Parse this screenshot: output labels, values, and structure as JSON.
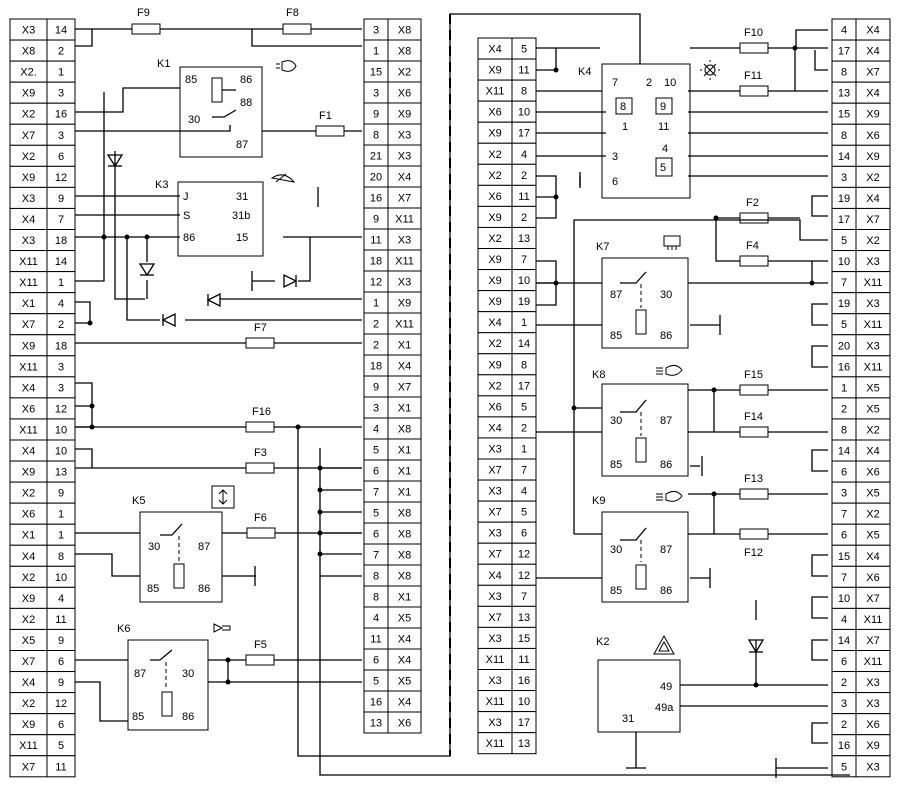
{
  "connector_tables": [
    {
      "rows": [
        [
          "X3",
          "14"
        ],
        [
          "X8",
          "2"
        ],
        [
          "X2.",
          "1"
        ],
        [
          "X9",
          "3"
        ],
        [
          "X2",
          "16"
        ],
        [
          "X7",
          "3"
        ],
        [
          "X2",
          "6"
        ],
        [
          "X9",
          "12"
        ],
        [
          "X3",
          "9"
        ],
        [
          "X4",
          "7"
        ],
        [
          "X3",
          "18"
        ],
        [
          "X11",
          "14"
        ],
        [
          "X11",
          "1"
        ],
        [
          "X1",
          "4"
        ],
        [
          "X7",
          "2"
        ],
        [
          "X9",
          "18"
        ],
        [
          "X11",
          "3"
        ],
        [
          "X4",
          "3"
        ],
        [
          "X6",
          "12"
        ],
        [
          "X11",
          "10"
        ],
        [
          "X4",
          "10"
        ],
        [
          "X9",
          "13"
        ],
        [
          "X2",
          "9"
        ],
        [
          "X6",
          "1"
        ],
        [
          "X1",
          "1"
        ],
        [
          "X4",
          "8"
        ],
        [
          "X2",
          "10"
        ],
        [
          "X9",
          "4"
        ],
        [
          "X2",
          "11"
        ],
        [
          "X5",
          "9"
        ],
        [
          "X7",
          "6"
        ],
        [
          "X4",
          "9"
        ],
        [
          "X2",
          "12"
        ],
        [
          "X9",
          "6"
        ],
        [
          "X11",
          "5"
        ],
        [
          "X7",
          "11"
        ]
      ]
    },
    {
      "rows": [
        [
          "3",
          "X8"
        ],
        [
          "1",
          "X8"
        ],
        [
          "15",
          "X2"
        ],
        [
          "3",
          "X6"
        ],
        [
          "9",
          "X9"
        ],
        [
          "8",
          "X3"
        ],
        [
          "21",
          "X3"
        ],
        [
          "20",
          "X4"
        ],
        [
          "16",
          "X7"
        ],
        [
          "9",
          "X11"
        ],
        [
          "11",
          "X3"
        ],
        [
          "18",
          "X11"
        ],
        [
          "12",
          "X3"
        ],
        [
          "1",
          "X9"
        ],
        [
          "2",
          "X11"
        ],
        [
          "2",
          "X1"
        ],
        [
          "18",
          "X4"
        ],
        [
          "9",
          "X7"
        ],
        [
          "3",
          "X1"
        ],
        [
          "4",
          "X8"
        ],
        [
          "5",
          "X1"
        ],
        [
          "6",
          "X1"
        ],
        [
          "7",
          "X1"
        ],
        [
          "5",
          "X8"
        ],
        [
          "6",
          "X8"
        ],
        [
          "7",
          "X8"
        ],
        [
          "8",
          "X8"
        ],
        [
          "8",
          "X1"
        ],
        [
          "4",
          "X5"
        ],
        [
          "11",
          "X4"
        ],
        [
          "6",
          "X4"
        ],
        [
          "5",
          "X5"
        ],
        [
          "16",
          "X4"
        ],
        [
          "13",
          "X6"
        ]
      ]
    },
    {
      "rows": [
        [
          "X4",
          "5"
        ],
        [
          "X9",
          "11"
        ],
        [
          "X11",
          "8"
        ],
        [
          "X6",
          "10"
        ],
        [
          "X9",
          "17"
        ],
        [
          "X2",
          "4"
        ],
        [
          "X2",
          "2"
        ],
        [
          "X6",
          "11"
        ],
        [
          "X9",
          "2"
        ],
        [
          "X2",
          "13"
        ],
        [
          "X9",
          "7"
        ],
        [
          "X9",
          "10"
        ],
        [
          "X9",
          "19"
        ],
        [
          "X4",
          "1"
        ],
        [
          "X2",
          "14"
        ],
        [
          "X9",
          "8"
        ],
        [
          "X2",
          "17"
        ],
        [
          "X6",
          "5"
        ],
        [
          "X4",
          "2"
        ],
        [
          "X3",
          "1"
        ],
        [
          "X7",
          "7"
        ],
        [
          "X3",
          "4"
        ],
        [
          "X7",
          "5"
        ],
        [
          "X3",
          "6"
        ],
        [
          "X7",
          "12"
        ],
        [
          "X4",
          "12"
        ],
        [
          "X3",
          "7"
        ],
        [
          "X7",
          "13"
        ],
        [
          "X3",
          "15"
        ],
        [
          "X11",
          "11"
        ],
        [
          "X3",
          "16"
        ],
        [
          "X11",
          "10"
        ],
        [
          "X3",
          "17"
        ],
        [
          "X11",
          "13"
        ]
      ]
    },
    {
      "rows": [
        [
          "4",
          "X4"
        ],
        [
          "17",
          "X4"
        ],
        [
          "8",
          "X7"
        ],
        [
          "13",
          "X4"
        ],
        [
          "15",
          "X9"
        ],
        [
          "8",
          "X6"
        ],
        [
          "14",
          "X9"
        ],
        [
          "3",
          "X2"
        ],
        [
          "19",
          "X4"
        ],
        [
          "17",
          "X7"
        ],
        [
          "5",
          "X2"
        ],
        [
          "10",
          "X3"
        ],
        [
          "7",
          "X11"
        ],
        [
          "19",
          "X3"
        ],
        [
          "5",
          "X11"
        ],
        [
          "20",
          "X3"
        ],
        [
          "16",
          "X11"
        ],
        [
          "1",
          "X5"
        ],
        [
          "2",
          "X5"
        ],
        [
          "8",
          "X2"
        ],
        [
          "14",
          "X4"
        ],
        [
          "6",
          "X6"
        ],
        [
          "3",
          "X5"
        ],
        [
          "7",
          "X2"
        ],
        [
          "6",
          "X5"
        ],
        [
          "15",
          "X4"
        ],
        [
          "7",
          "X6"
        ],
        [
          "10",
          "X7"
        ],
        [
          "4",
          "X11"
        ],
        [
          "14",
          "X7"
        ],
        [
          "6",
          "X11"
        ],
        [
          "2",
          "X3"
        ],
        [
          "3",
          "X3"
        ],
        [
          "2",
          "X6"
        ],
        [
          "16",
          "X9"
        ],
        [
          "5",
          "X3"
        ]
      ]
    }
  ],
  "fuses": [
    "F9",
    "F8",
    "F1",
    "F7",
    "F16",
    "F3",
    "F6",
    "F5",
    "F10",
    "F11",
    "F2",
    "F4",
    "F15",
    "F14",
    "F13",
    "F12"
  ],
  "relays": {
    "K1": {
      "name": "K1",
      "pins": [
        "85",
        "86",
        "88",
        "30",
        "87"
      ]
    },
    "K3": {
      "name": "K3",
      "pins": [
        "J",
        "S",
        "86",
        "31",
        "31b",
        "15"
      ]
    },
    "K4": {
      "name": "K4",
      "pins": [
        "7",
        "2",
        "10",
        "8",
        "1",
        "3",
        "6",
        "9",
        "11",
        "4",
        "5"
      ]
    },
    "K5": {
      "name": "K5",
      "pins": [
        "30",
        "87",
        "85",
        "86"
      ]
    },
    "K6": {
      "name": "K6",
      "pins": [
        "87",
        "30",
        "85",
        "86"
      ]
    },
    "K7": {
      "name": "K7",
      "pins": [
        "87",
        "30",
        "85",
        "86"
      ]
    },
    "K8": {
      "name": "K8",
      "pins": [
        "30",
        "87",
        "85",
        "86"
      ]
    },
    "K9": {
      "name": "K9",
      "pins": [
        "30",
        "87",
        "85",
        "86"
      ]
    },
    "K2": {
      "name": "K2",
      "pins": [
        "49",
        "49a",
        "31"
      ]
    }
  },
  "icons": [
    "headlight-icon",
    "wiper-icon",
    "rear-defrost-icon",
    "low-beam-icon",
    "high-beam-icon",
    "window-lift-icon",
    "horn-icon",
    "hazard-triangle-icon",
    "interior-light-icon"
  ]
}
